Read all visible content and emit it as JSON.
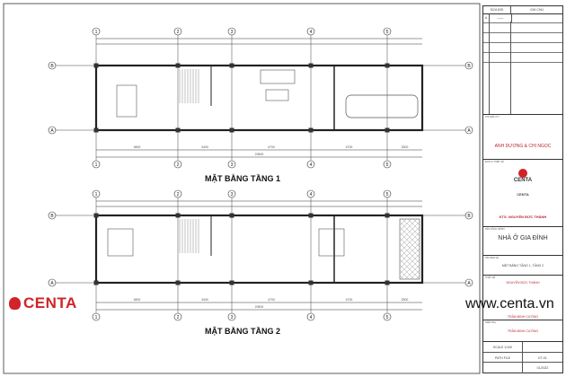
{
  "drawing": {
    "plan1_title": "MẶT BẰNG TẦNG 1",
    "plan2_title": "MẶT BẰNG TẦNG 2",
    "grid_columns": [
      "1",
      "2",
      "3",
      "4",
      "5"
    ],
    "grid_rows": [
      "A",
      "B"
    ],
    "dims_bottom": [
      "4800",
      "3400",
      "4700",
      "4700",
      "2500"
    ],
    "dim_total": "20500"
  },
  "title_block": {
    "rev_header": [
      "SỬA ĐỔI",
      "GHI CHÚ"
    ],
    "rev_row": [
      "A",
      "——"
    ],
    "owner_label": "CHỦ ĐẦU TƯ",
    "owner": "ANH DƯƠNG & CHỊ NGỌC",
    "company_label": "ĐƠN VỊ THIẾT KẾ",
    "company_logo": "CENTA",
    "company_sub": "CENTA",
    "director": "KTS. NGUYỄN ĐỨC THÀNH",
    "project_label": "TÊN CÔNG TRÌNH",
    "project": "NHÀ Ở GIA ĐÌNH",
    "drawing_label": "TÊN BẢN VẼ",
    "drawing_name": "MẶT BẰNG TẦNG 1, TẦNG 2",
    "designer_label": "THIẾT KẾ",
    "designer1": "NGUYỄN ĐỨC THÀNH",
    "designer2": "TRẦN MINH CƯỜNG",
    "checker_label": "KIỂM TRA",
    "checker": "TRẦN MINH CƯỜNG",
    "scale": "SCALE 1/100",
    "file": "PATH FILE",
    "sheet": "KT-01",
    "date": "01/2022"
  },
  "watermark": {
    "logo": "CENTA",
    "website": "www.centa.vn"
  },
  "colors": {
    "brand": "#d1232a"
  }
}
